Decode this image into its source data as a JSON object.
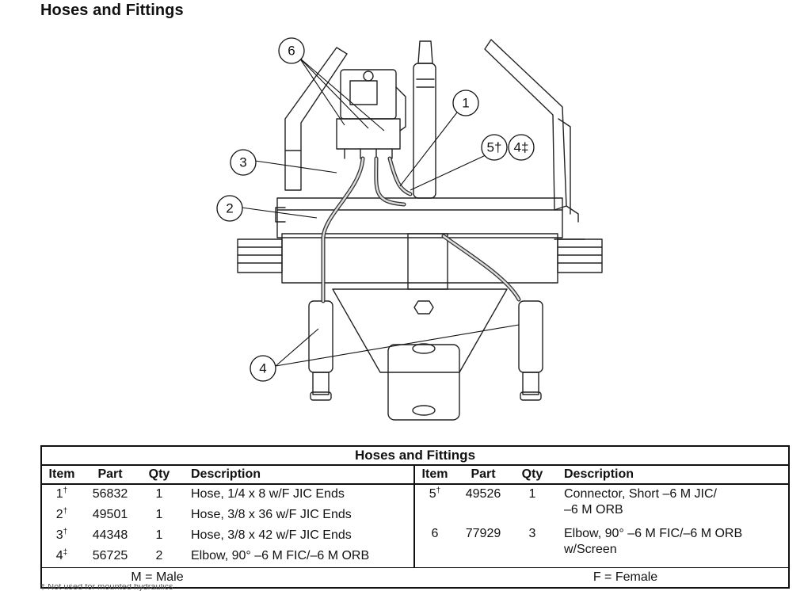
{
  "page": {
    "title": "Hoses and Fittings"
  },
  "diagram": {
    "callouts": [
      {
        "id": "callout-6",
        "label": "6"
      },
      {
        "id": "callout-1",
        "label": "1"
      },
      {
        "id": "callout-5",
        "label": "5†"
      },
      {
        "id": "callout-4a",
        "label": "4‡"
      },
      {
        "id": "callout-3",
        "label": "3"
      },
      {
        "id": "callout-2",
        "label": "2"
      },
      {
        "id": "callout-4",
        "label": "4"
      }
    ]
  },
  "table": {
    "title": "Hoses and Fittings",
    "headers": {
      "item": "Item",
      "part": "Part",
      "qty": "Qty",
      "description": "Description"
    },
    "left_rows": [
      {
        "item": "1",
        "mark": "†",
        "part": "56832",
        "qty": "1",
        "description": "Hose, 1/4 x 8 w/F JIC Ends"
      },
      {
        "item": "2",
        "mark": "†",
        "part": "49501",
        "qty": "1",
        "description": "Hose, 3/8 x 36 w/F JIC Ends"
      },
      {
        "item": "3",
        "mark": "†",
        "part": "44348",
        "qty": "1",
        "description": "Hose, 3/8 x 42 w/F JIC Ends"
      },
      {
        "item": "4",
        "mark": "‡",
        "part": "56725",
        "qty": "2",
        "description": "Elbow, 90° –6 M FIC/–6 M ORB"
      }
    ],
    "right_rows": [
      {
        "item": "5",
        "mark": "†",
        "part": "49526",
        "qty": "1",
        "description_line1": "Connector, Short –6 M JIC/",
        "description_line2": "–6 M ORB"
      },
      {
        "item": "6",
        "mark": "",
        "part": "77929",
        "qty": "3",
        "description_line1": "Elbow, 90° –6 M FIC/–6 M ORB",
        "description_line2": "w/Screen"
      }
    ],
    "notes": {
      "male": "M = Male",
      "female": "F = Female"
    }
  },
  "footnote": "† Not used for mounted hydraulics"
}
